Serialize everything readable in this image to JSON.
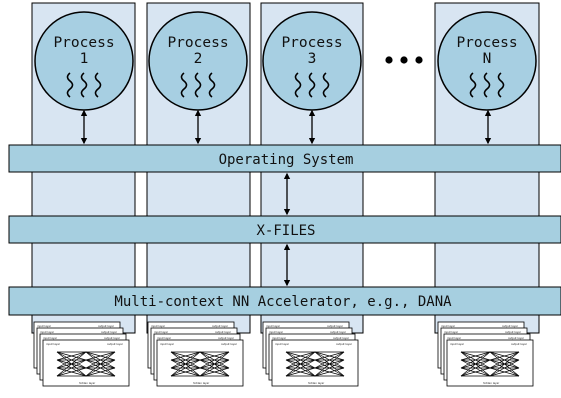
{
  "processes": [
    {
      "title": "Process",
      "id": "1"
    },
    {
      "title": "Process",
      "id": "2"
    },
    {
      "title": "Process",
      "id": "3"
    },
    {
      "title": "Process",
      "id": "N"
    }
  ],
  "ellipsis_dots": 3,
  "layers": {
    "os": "Operating System",
    "xfiles": "X-FILES",
    "accelerator": "Multi-context NN Accelerator, e.g., DANA"
  },
  "network_card_labels": {
    "input": "input layer",
    "output": "output layer",
    "hidden": "hidden layer"
  },
  "colors": {
    "column_fill": "#d8e5f2",
    "circle_fill": "#a7cfe2",
    "bar_fill": "#a6cfe0",
    "stroke": "#000000"
  }
}
